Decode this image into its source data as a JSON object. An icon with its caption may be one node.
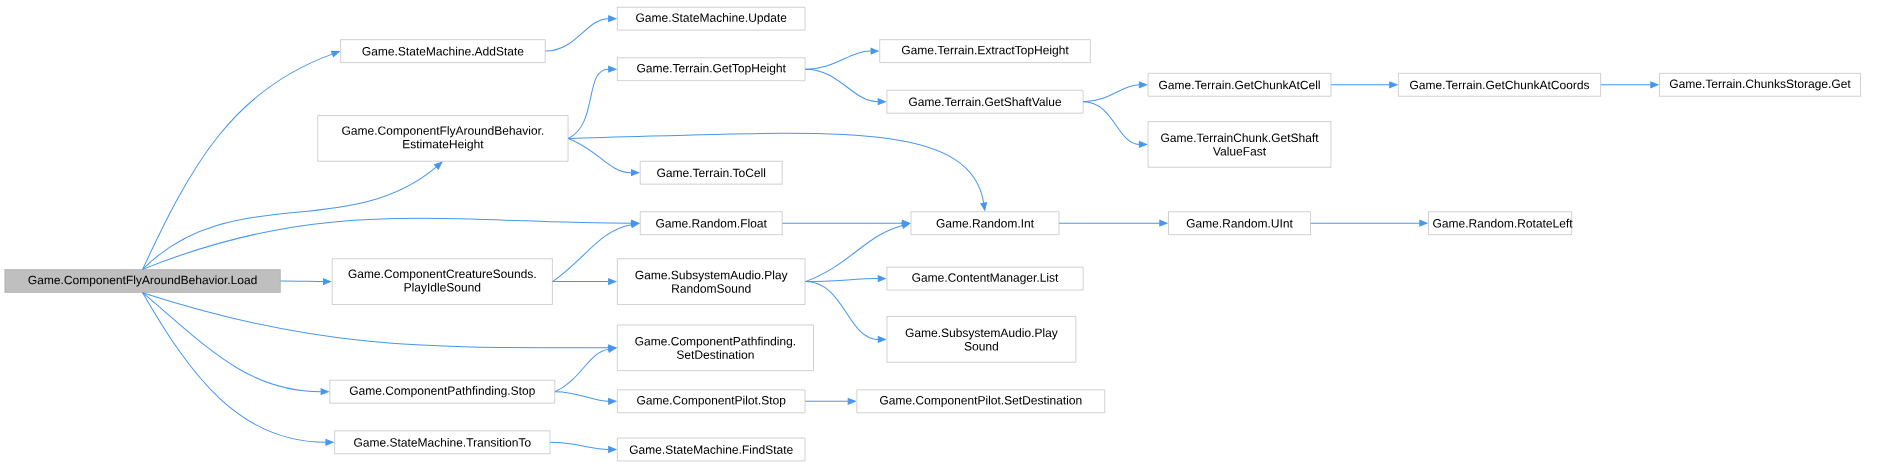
{
  "diagram": {
    "nodes": [
      {
        "text": [
          "Game.ComponentFlyAroundBehavior.Load"
        ]
      },
      {
        "text": [
          "Game.StateMachine.AddState"
        ]
      },
      {
        "text": [
          "Game.StateMachine.Update"
        ]
      },
      {
        "text": [
          "Game.ComponentFlyAroundBehavior. EstimateHeight"
        ]
      },
      {
        "text": [
          "Game.Terrain.GetTopHeight"
        ]
      },
      {
        "text": [
          "Game.Terrain.ExtractTopHeight"
        ]
      },
      {
        "text": [
          "Game.Terrain.GetShaftValue"
        ]
      },
      {
        "text": [
          "Game.Terrain.GetChunkAtCell"
        ]
      },
      {
        "text": [
          "Game.Terrain.GetChunkAtCoords"
        ]
      },
      {
        "text": [
          "Game.Terrain.ChunksStorage.Get"
        ]
      },
      {
        "text": [
          "Game.TerrainChunk.GetShaft ValueFast"
        ]
      },
      {
        "text": [
          "Game.Terrain.ToCell"
        ]
      },
      {
        "text": [
          "Game.Random.Float"
        ]
      },
      {
        "text": [
          "Game.Random.Int"
        ]
      },
      {
        "text": [
          "Game.Random.UInt"
        ]
      },
      {
        "text": [
          "Game.Random.RotateLeft"
        ]
      },
      {
        "text": [
          "Game.ComponentCreatureSounds. PlayIdleSound"
        ]
      },
      {
        "text": [
          "Game.SubsystemAudio.Play RandomSound"
        ]
      },
      {
        "text": [
          "Game.ContentManager.List"
        ]
      },
      {
        "text": [
          "Game.SubsystemAudio.Play Sound"
        ]
      },
      {
        "text": [
          "Game.ComponentPathfinding. SetDestination"
        ]
      },
      {
        "text": [
          "Game.ComponentPathfinding.Stop"
        ]
      },
      {
        "text": [
          "Game.ComponentPilot.Stop"
        ]
      },
      {
        "text": [
          "Game.ComponentPilot.SetDestination"
        ]
      },
      {
        "text": [
          "Game.StateMachine.TransitionTo"
        ]
      },
      {
        "text": [
          "Game.StateMachine.FindState"
        ]
      }
    ],
    "edges": [
      {
        "from": 0,
        "to": 1,
        "arrow": "to"
      },
      {
        "from": 0,
        "to": 3,
        "arrow": "to"
      },
      {
        "from": 0,
        "to": 12,
        "arrow": "to"
      },
      {
        "from": 0,
        "to": 16,
        "arrow": "to"
      },
      {
        "from": 0,
        "to": 20,
        "arrow": "to"
      },
      {
        "from": 0,
        "to": 21,
        "arrow": "to"
      },
      {
        "from": 0,
        "to": 24,
        "arrow": "to"
      },
      {
        "from": 1,
        "to": 2,
        "arrow": "to"
      },
      {
        "from": 3,
        "to": 4,
        "arrow": "to"
      },
      {
        "from": 3,
        "to": 11,
        "arrow": "to"
      },
      {
        "from": 3,
        "to": 13,
        "arrow": "to"
      },
      {
        "from": 4,
        "to": 5,
        "arrow": "to"
      },
      {
        "from": 4,
        "to": 6,
        "arrow": "to"
      },
      {
        "from": 6,
        "to": 7,
        "arrow": "to"
      },
      {
        "from": 6,
        "to": 10,
        "arrow": "to"
      },
      {
        "from": 7,
        "to": 8,
        "arrow": "to"
      },
      {
        "from": 8,
        "to": 9,
        "arrow": "to"
      },
      {
        "from": 12,
        "to": 13,
        "arrow": "to"
      },
      {
        "from": 13,
        "to": 14,
        "arrow": "to"
      },
      {
        "from": 14,
        "to": 15,
        "arrow": "to"
      },
      {
        "from": 16,
        "to": 12,
        "arrow": "to"
      },
      {
        "from": 16,
        "to": 17,
        "arrow": "to"
      },
      {
        "from": 17,
        "to": 13,
        "arrow": "to"
      },
      {
        "from": 17,
        "to": 18,
        "arrow": "to"
      },
      {
        "from": 17,
        "to": 19,
        "arrow": "to"
      },
      {
        "from": 21,
        "to": 20,
        "arrow": "to"
      },
      {
        "from": 21,
        "to": 22,
        "arrow": "to"
      },
      {
        "from": 22,
        "to": 23,
        "arrow": "to"
      },
      {
        "from": 24,
        "to": 25,
        "arrow": "to"
      }
    ]
  }
}
